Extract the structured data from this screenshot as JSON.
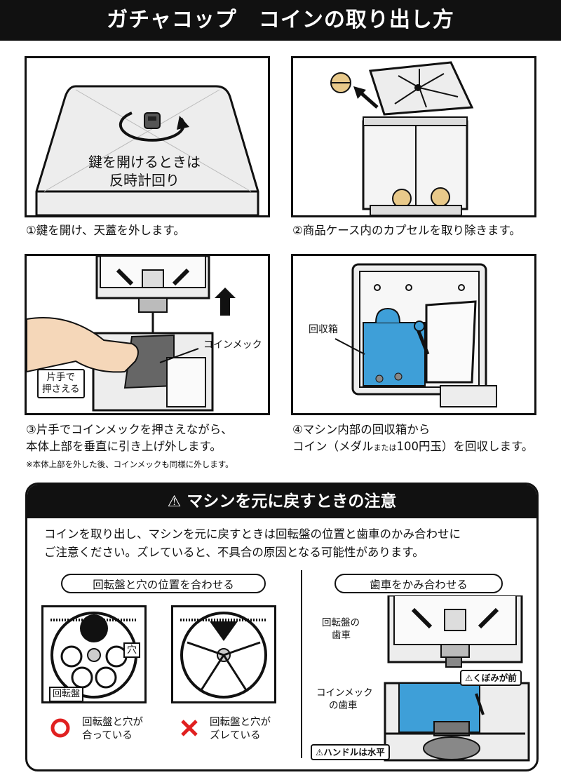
{
  "header": {
    "title": "ガチャコップ　コインの取り出し方"
  },
  "steps": {
    "s1": {
      "caption": "①鍵を開け、天蓋を外します。",
      "overlay_line1": "鍵を開けるときは",
      "overlay_line2": "反時計回り"
    },
    "s2": {
      "caption": "②商品ケース内のカプセルを取り除きます。"
    },
    "s3": {
      "caption_line1": "③片手でコインメックを押さえながら、",
      "caption_line2": "本体上部を垂直に引き上げ外します。",
      "note": "※本体上部を外した後、コインメックも同様に外します。",
      "label_coinmech": "コインメック",
      "label_hand_line1": "片手で",
      "label_hand_line2": "押さえる"
    },
    "s4": {
      "caption_line1": "④マシン内部の回収箱から",
      "caption_line2_a": "コイン（メダル",
      "caption_line2_small": "または",
      "caption_line2_b": "100円玉）を回収します。",
      "label_box": "回収箱"
    }
  },
  "warning": {
    "title": "マシンを元に戻すときの注意",
    "text_line1": "コインを取り出し、マシンを元に戻すときは回転盤の位置と歯車のかみ合わせに",
    "text_line2": "ご注意ください。ズレていると、不具合の原因となる可能性があります。",
    "left": {
      "pill": "回転盤と穴の位置を合わせる",
      "label_hole": "穴",
      "label_disc": "回転盤",
      "ok_line1": "回転盤と穴が",
      "ok_line2": "合っている",
      "ng_line1": "回転盤と穴が",
      "ng_line2": "ズレている"
    },
    "right": {
      "pill": "歯車をかみ合わせる",
      "label_disc_gear_line1": "回転盤の",
      "label_disc_gear_line2": "歯車",
      "label_notch": "くぼみが前",
      "label_coin_gear_line1": "コインメック",
      "label_coin_gear_line2": "の歯車",
      "label_handle": "ハンドルは水平"
    }
  },
  "colors": {
    "dark": "#111111",
    "blue": "#3e9fd8",
    "machine": "#ededed",
    "ok": "#e02020",
    "ng": "#e02020",
    "skin": "#f5d7b9",
    "capsule": "#e8c98a"
  }
}
